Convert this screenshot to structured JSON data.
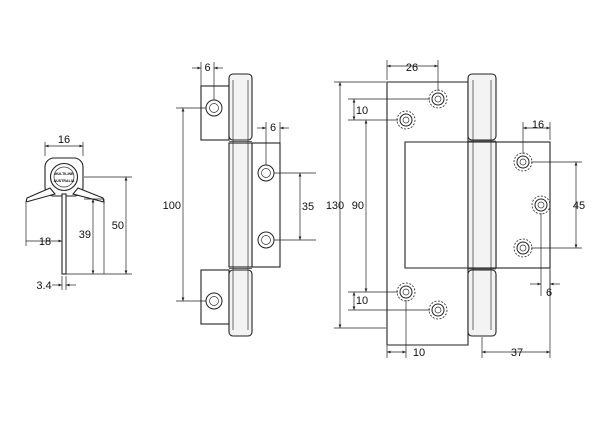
{
  "drawing": {
    "side_view": {
      "dims": {
        "top_width": "16",
        "leaf": "18",
        "height": "39",
        "overall_height": "50",
        "pin": "3.4"
      },
      "logo_line1": "MULTILINE",
      "logo_line2": "AUSTRALIA"
    },
    "small_hinge": {
      "dims": {
        "offset_top": "6",
        "offset_mid": "6",
        "hole_spacing": "35",
        "overall": "100"
      }
    },
    "large_hinge": {
      "dims": {
        "width_top": "26",
        "edge_top": "10",
        "inner": "90",
        "overall": "130",
        "edge_bottom": "10",
        "edge_bottom2": "10",
        "width_right": "16",
        "hole_spacing": "45",
        "offset_bottom": "6",
        "width_bottom": "37"
      }
    }
  }
}
